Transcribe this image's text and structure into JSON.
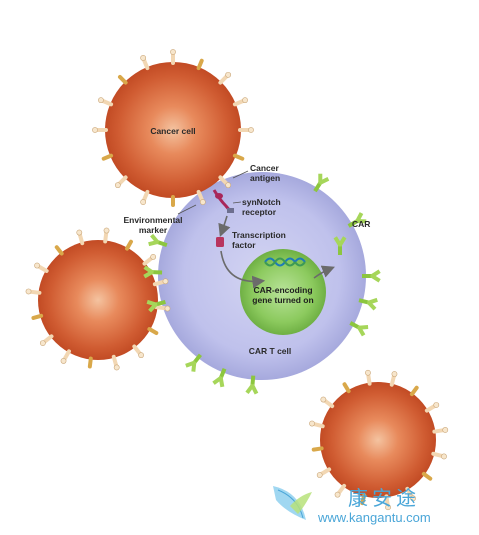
{
  "labels": {
    "cancer_cell": "Cancer cell",
    "cancer_antigen_1": "Cancer",
    "cancer_antigen_2": "antigen",
    "synnotch_1": "synNotch",
    "synnotch_2": "receptor",
    "env_marker_1": "Environmental",
    "env_marker_2": "marker",
    "car": "CAR",
    "tf_1": "Transcription",
    "tf_2": "factor",
    "gene_1": "CAR-encoding",
    "gene_2": "gene turned on",
    "car_t_cell": "CAR T cell"
  },
  "watermark": {
    "chinese": "康安途",
    "url": "www.kangantu.com"
  },
  "colors": {
    "cancer_outer": "#c8502a",
    "cancer_inner": "#f0b08a",
    "tcell_outer": "#aeb0e2",
    "tcell_inner": "#c9cbef",
    "nucleus": "#7fbf52",
    "car_receptor": "#8cc63f",
    "antigen": "#f2d7b3",
    "env_marker": "#d9a84a",
    "synnotch": "#a8275a",
    "watermark": "#4aa6d8"
  },
  "icons": [
    "dna-helix-icon",
    "transcription-factor-icon",
    "synnotch-receptor-icon",
    "car-receptor-icon",
    "watermark-logo-icon"
  ]
}
